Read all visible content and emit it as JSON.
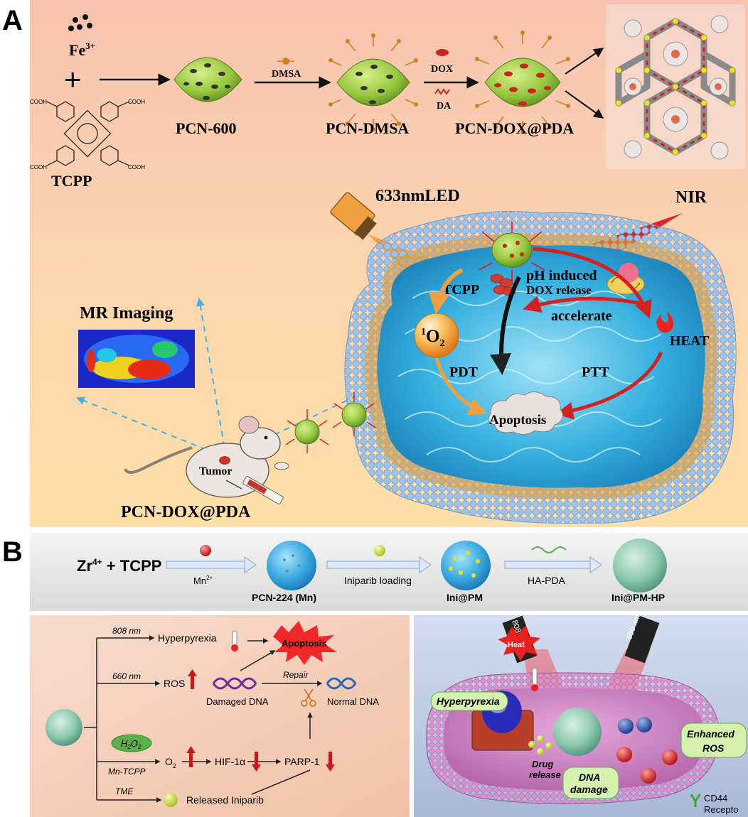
{
  "panel_a": {
    "letter": "A",
    "fe": "Fe",
    "fe_sup": "3+",
    "plus": "+",
    "tcpp": "TCPP",
    "pcn600": "PCN-600",
    "dmsa": "DMSA",
    "pcn_dmsa": "PCN-DMSA",
    "dox": "DOX",
    "da": "DA",
    "pcn_dox_pda": "PCN-DOX@PDA",
    "led": "633nmLED",
    "nir": "NIR",
    "mr_imaging": "MR Imaging",
    "tcpp_inner": "TCPP",
    "singlet_o2": "O",
    "singlet_pre": "1",
    "singlet_sub": "2",
    "ph_line1": "pH induced",
    "ph_line2": "DOX release",
    "accelerate": "accelerate",
    "heat": "HEAT",
    "pdt": "PDT",
    "ptt": "PTT",
    "apoptosis": "Apoptosis",
    "tumor": "Tumor",
    "pcn_dox_pda_bottom": "PCN-DOX@PDA",
    "cooh": "COOH"
  },
  "panel_b": {
    "letter": "B",
    "zr": "Zr",
    "zr_sup": "4+",
    "zr_rest": " + TCPP",
    "mn": "Mn",
    "mn_sup": "2+",
    "pcn224": "PCN-224 (Mn)",
    "iniparib_loading": "Iniparib loading",
    "ini_pm": "Ini@PM",
    "ha_pda": "HA-PDA",
    "ini_pm_hp": "Ini@PM-HP",
    "nm808": "808 nm",
    "hyperpyrexia": "Hyperpyrexia",
    "apoptosis": "Apoptosis",
    "nm660": "660 nm",
    "ros": "ROS",
    "repair": "Repair",
    "damaged_dna": "Damaged DNA",
    "normal_dna": "Normal DNA",
    "h2o2": "H",
    "h2o2_sub": "2",
    "h2o2_o": "O",
    "mn_tcpp": "Mn-TCPP",
    "o2": "O",
    "o2_sub": "2",
    "hif": "HIF-1α",
    "parp": "PARP-1",
    "tme": "TME",
    "released_iniparib": "Released Iniparib",
    "cell_808": "808 nm",
    "cell_650": "650 nm",
    "heat": "Heat",
    "cell_hyperpyrexia": "Hyperpyrexia",
    "enhanced": "Enhanced",
    "enhanced_ros": "ROS",
    "drug": "Drug",
    "release": "release",
    "dna": "DNA",
    "damage": "damage",
    "cd44": "CD44",
    "receptor": "Recepto"
  },
  "colors": {
    "panel_a_top": "#f7c6b0",
    "panel_a_bottom": "#fcd9a8",
    "membrane": "#8fb8e8",
    "water": "#2fa8d8",
    "nanoparticle": "#8cc63f",
    "pdt_arrow": "#f0a040",
    "ptt_arrow": "#d42020",
    "panel_b_left": "#f6d0bc",
    "panel_b_right": "#c8d4ea",
    "cell": "#d884c8"
  }
}
